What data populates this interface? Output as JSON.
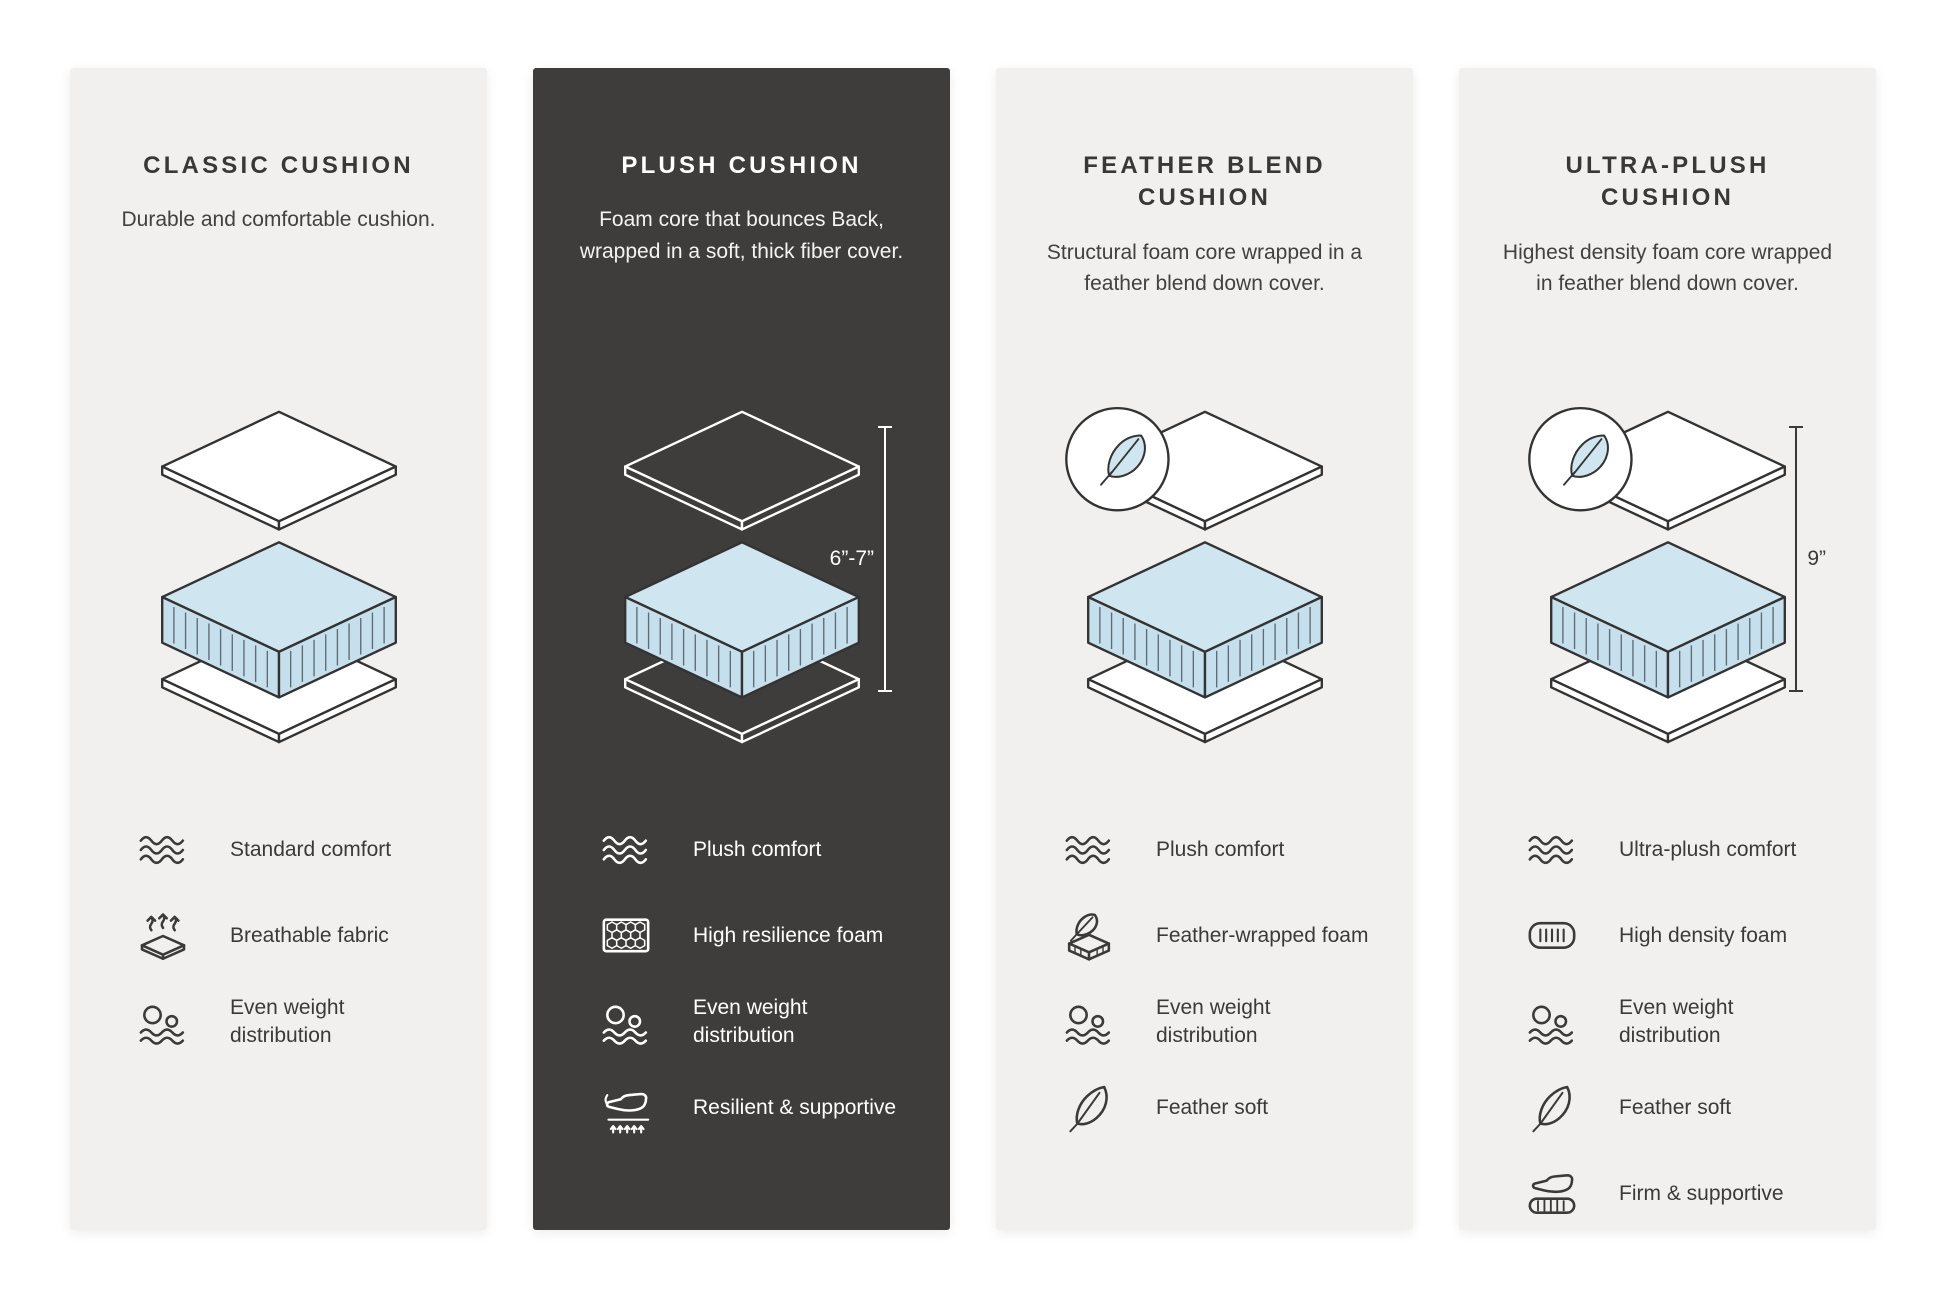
{
  "colors": {
    "card_light": "#f1f0ee",
    "card_dark": "#3e3d3b",
    "foam_blue": "#cfe6f0",
    "ink": "#383838"
  },
  "cards": [
    {
      "theme": "light",
      "title": "CLASSIC CUSHION",
      "description": "Durable and comfortable cushion.",
      "diagram": {
        "feather": false,
        "measurement": null
      },
      "features": [
        {
          "icon": "wave-comfort-icon",
          "label": "Standard comfort"
        },
        {
          "icon": "breathable-fabric-icon",
          "label": "Breathable fabric"
        },
        {
          "icon": "weight-distribution-icon",
          "label": "Even weight distribution"
        }
      ]
    },
    {
      "theme": "dark",
      "title": "PLUSH CUSHION",
      "description": "Foam core that bounces Back, wrapped in a soft, thick fiber cover.",
      "diagram": {
        "feather": false,
        "measurement": "6”-7”",
        "measurement_side": "left"
      },
      "features": [
        {
          "icon": "wave-comfort-icon",
          "label": "Plush comfort"
        },
        {
          "icon": "resilience-foam-icon",
          "label": "High resilience foam"
        },
        {
          "icon": "weight-distribution-icon",
          "label": "Even weight distribution"
        },
        {
          "icon": "resilient-supportive-icon",
          "label": "Resilient & supportive"
        }
      ]
    },
    {
      "theme": "light",
      "title": "FEATHER BLEND CUSHION",
      "description": "Structural foam core wrapped in a feather blend down cover.",
      "diagram": {
        "feather": true,
        "measurement": null
      },
      "features": [
        {
          "icon": "wave-comfort-icon",
          "label": "Plush comfort"
        },
        {
          "icon": "feather-wrapped-foam-icon",
          "label": "Feather-wrapped foam"
        },
        {
          "icon": "weight-distribution-icon",
          "label": "Even weight distribution"
        },
        {
          "icon": "feather-icon",
          "label": "Feather soft"
        }
      ]
    },
    {
      "theme": "light",
      "title": "ULTRA-PLUSH CUSHION",
      "description": "Highest density foam core wrapped in feather blend down cover.",
      "diagram": {
        "feather": true,
        "measurement": "9”",
        "measurement_side": "right"
      },
      "features": [
        {
          "icon": "wave-comfort-icon",
          "label": "Ultra-plush comfort"
        },
        {
          "icon": "density-foam-icon",
          "label": "High density foam"
        },
        {
          "icon": "weight-distribution-icon",
          "label": "Even weight distribution"
        },
        {
          "icon": "feather-icon",
          "label": "Feather soft"
        },
        {
          "icon": "firm-supportive-icon",
          "label": "Firm & supportive"
        }
      ]
    }
  ]
}
